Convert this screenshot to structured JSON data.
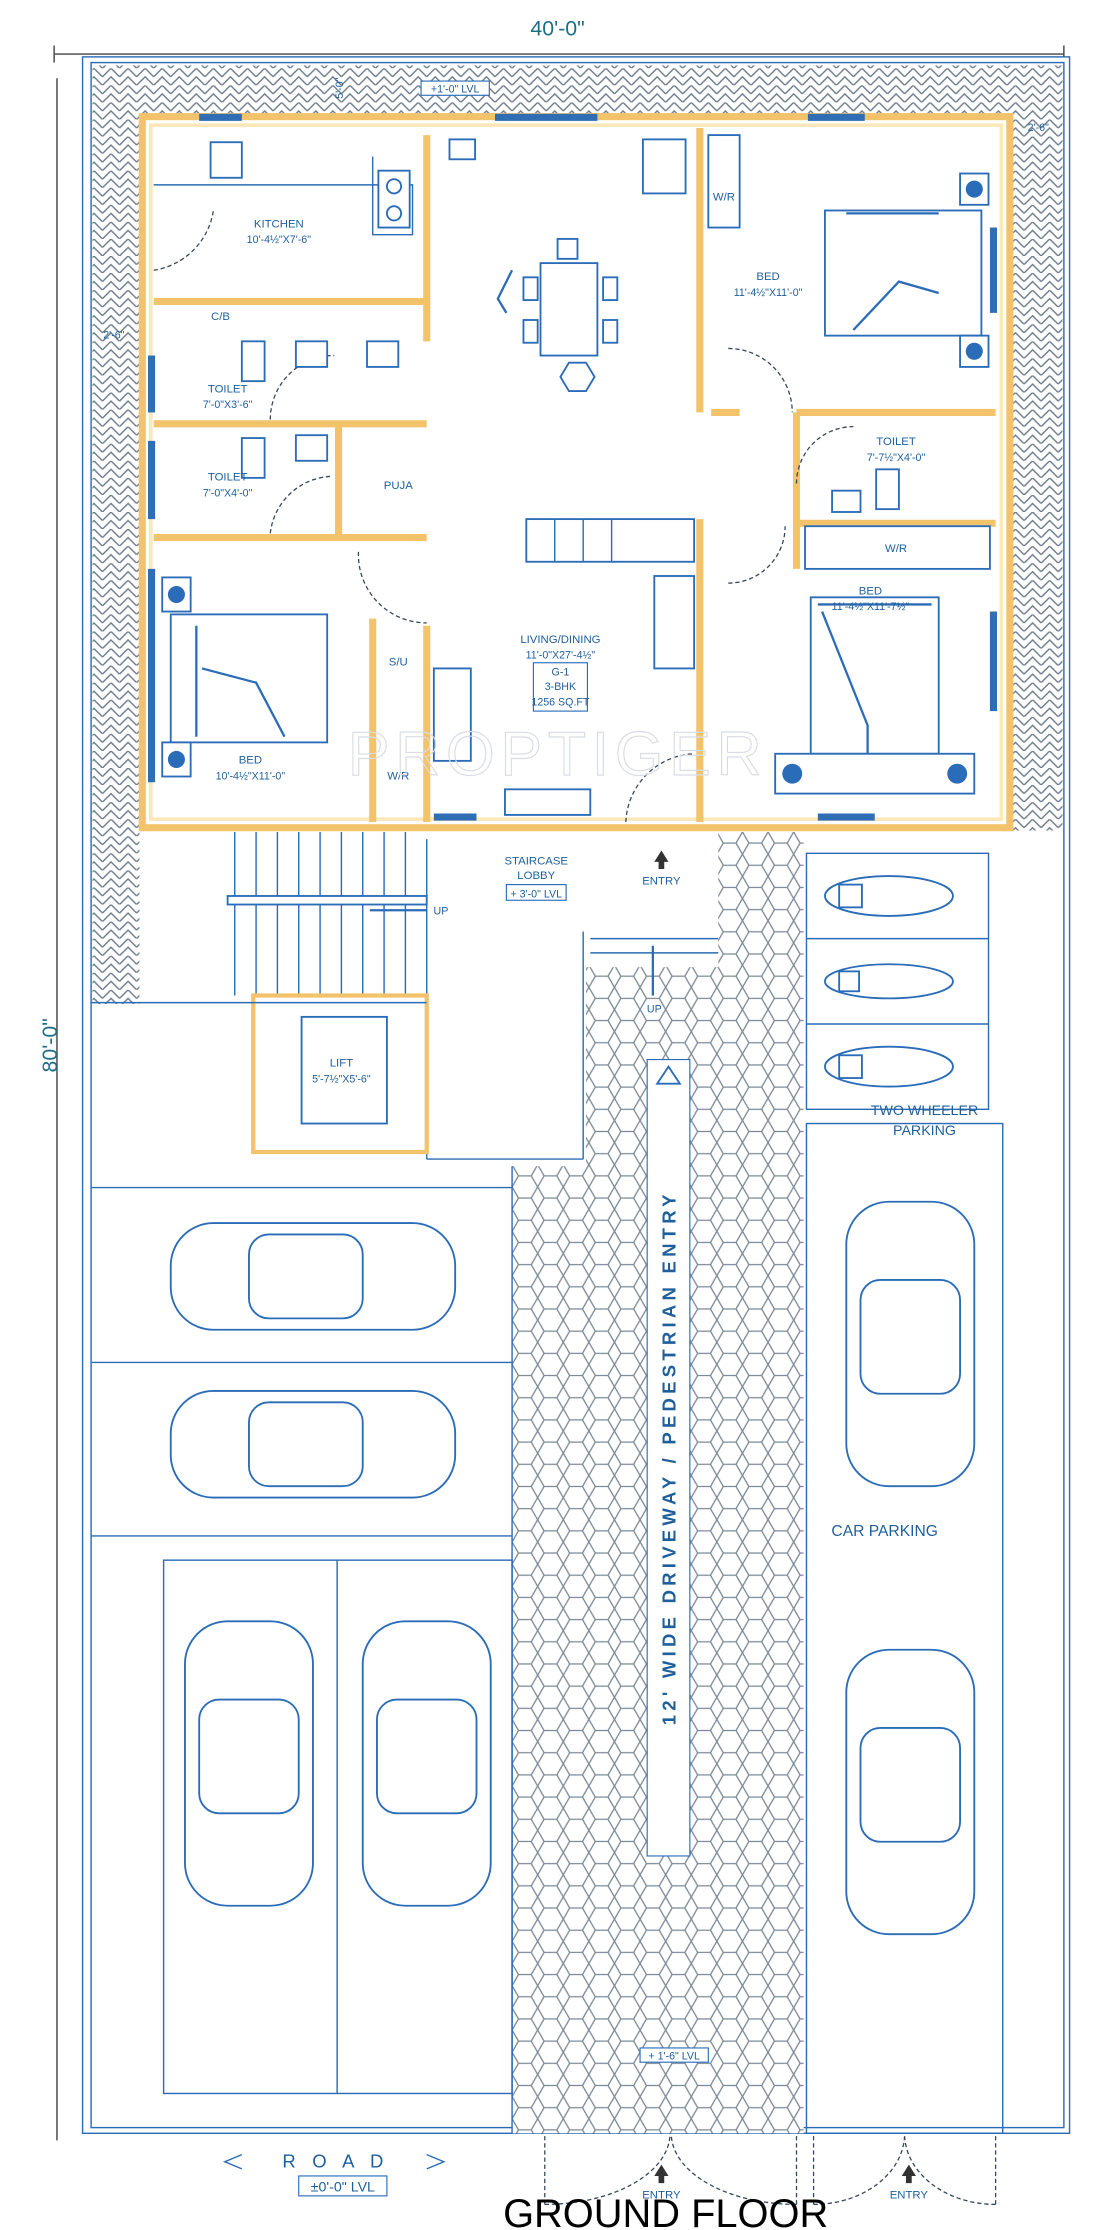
{
  "title": "GROUND FLOOR",
  "watermark": "PROPTIGER",
  "dimensions": {
    "width": "40'-0\"",
    "length": "80'-0\"",
    "setback_right": "2'-6\"",
    "setback_left": "2'-6\"",
    "setback_top": "5'-0\"",
    "top_level": "+1'-0\" LVL"
  },
  "rooms": {
    "kitchen": {
      "name": "KITCHEN",
      "size": "10'-4½\"X7'-6\""
    },
    "cb": {
      "name": "C/B"
    },
    "toilet1": {
      "name": "TOILET",
      "size": "7'-0\"X3'-6\""
    },
    "toilet2": {
      "name": "TOILET",
      "size": "7'-0\"X4'-0\""
    },
    "puja": {
      "name": "PUJA"
    },
    "bed_left": {
      "name": "BED",
      "size": "10'-4½\"X11'-0\""
    },
    "su": {
      "name": "S/U"
    },
    "wr_left": {
      "name": "W/R"
    },
    "living": {
      "name": "LIVING/DINING",
      "size": "11'-0\"X27'-4½\"",
      "unit": "G-1",
      "type": "3-BHK",
      "area": "1256 SQ.FT"
    },
    "wr_top_right": {
      "name": "W/R"
    },
    "bed_top_right": {
      "name": "BED",
      "size": "11'-4½\"X11'-0\""
    },
    "toilet3": {
      "name": "TOILET",
      "size": "7'-7½\"X4'-0\""
    },
    "wr_right": {
      "name": "W/R"
    },
    "bed_right": {
      "name": "BED",
      "size": "11'-4½\"X11'-7½\""
    },
    "lobby": {
      "name": "STAIRCASE",
      "name2": "LOBBY",
      "level": "+ 3'-0\" LVL"
    },
    "entry_main": "ENTRY",
    "up_stair": "UP",
    "up_steps": "UP",
    "lift": {
      "name": "LIFT",
      "size": "5'-7½\"X5'-6\""
    },
    "two_wheeler": {
      "name": "TWO WHEELER",
      "name2": "PARKING"
    },
    "car_parking": "CAR PARKING",
    "driveway": "12' WIDE DRIVEWAY / PEDESTRIAN ENTRY",
    "driveway_level": "+ 1'-6\" LVL"
  },
  "road": {
    "name": "R O A D",
    "level": "±0'-0\" LVL"
  },
  "gates": [
    "ENTRY",
    "ENTRY"
  ],
  "colors": {
    "line": "#2a6cb8",
    "wall": "#f2c36b",
    "text": "#1f5f9c"
  }
}
